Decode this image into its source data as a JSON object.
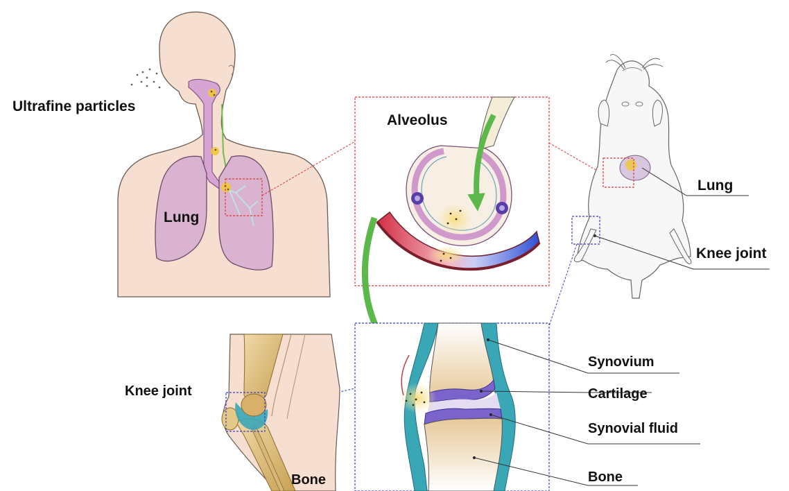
{
  "labels": {
    "ultrafine_particles": "Ultrafine particles",
    "human_lung": "Lung",
    "alveolus": "Alveolus",
    "mouse_lung": "Lung",
    "mouse_knee_joint": "Knee joint",
    "human_knee_joint": "Knee joint",
    "human_bone": "Bone",
    "synovium": "Synovium",
    "cartilage": "Cartilage",
    "synovial_fluid": "Synovial fluid",
    "joint_bone": "Bone"
  },
  "colors": {
    "skin": "#f6dfd0",
    "lung": "#d9b3cf",
    "lung_outline": "#6f4a66",
    "airway": "#cf99cc",
    "particle": "#f0c833",
    "particle_glow": "#f8e29a",
    "green_arrow": "#5cb84a",
    "red_box": "#e2363a",
    "blue_box": "#3b3fd0",
    "synovium": "#3aa7b7",
    "cartilage": "#7a64cc",
    "bone": "#e9cf9e",
    "vessel_red": "#e23a4c",
    "vessel_blue": "#3658d6",
    "mouse_body": "#f7f7f7"
  }
}
